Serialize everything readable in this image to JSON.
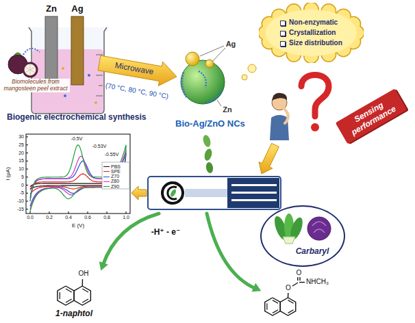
{
  "diagram": {
    "nodes": [
      {
        "text": [
          "Non-enzymatic",
          "Crystallization",
          "Size distribution"
        ]
      },
      {
        "text": [
          "Sensing performance"
        ]
      },
      {
        "text": [
          "Carbaryl"
        ]
      }
    ],
    "labels": [
      "Zn",
      "Ag",
      "Biomolecules from mangosteen peel extract",
      "Microwave",
      "(70 °C, 80 °C, 90 °C)",
      "Biogenic electrochemical synthesis",
      "Ag",
      "Zn",
      "Bio-Ag/ZnO NCs",
      "30",
      "25",
      "20",
      "15",
      "10",
      "5",
      "0",
      "-5",
      "-10",
      "-15",
      "0.0",
      "0.2",
      "0.4",
      "0.6",
      "0.8",
      "1.0",
      "I (μA)",
      "E (V)",
      "-0.5V",
      "-0.53V",
      "-0.55V",
      "-H⁺ - e⁻",
      "OH",
      "1-naphtol",
      "O",
      "O",
      "NHCH₃"
    ],
    "legend": [
      {
        "text": "PBS"
      },
      {
        "text": "SPE"
      },
      {
        "text": "Z70"
      },
      {
        "text": "Z80"
      },
      {
        "text": "Z90"
      }
    ]
  }
}
